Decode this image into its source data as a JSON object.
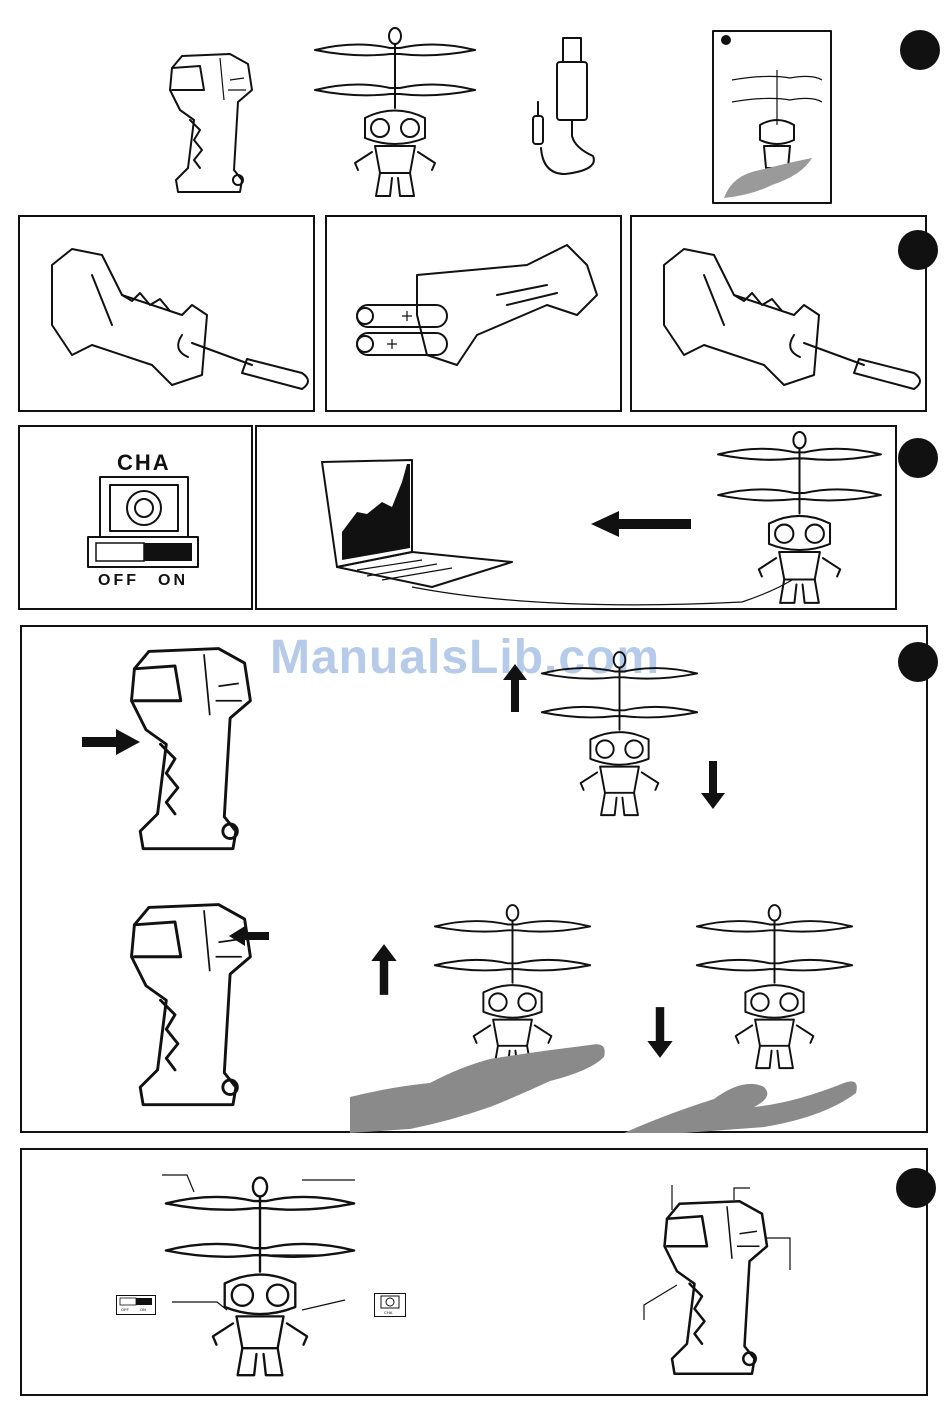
{
  "watermark": {
    "text": "ManualsLib.com"
  },
  "switch_diagram": {
    "channel_label": "CHA",
    "off_label": "OFF",
    "on_label": "ON"
  },
  "part_callouts": {
    "small_off_label": "OFF",
    "small_on_label": "ON",
    "small_channel_label": "CHA"
  },
  "colors": {
    "ink": "#111111",
    "watermark": "#a9c2e6",
    "hand": "#8a8a8a"
  },
  "icons": [
    "remote-controller-icon",
    "flying-robot-icon",
    "usb-charging-cable-icon",
    "package-box-icon",
    "screwdriver-icon",
    "battery-icon",
    "laptop-icon",
    "arrow-icon",
    "hand-icon",
    "step-marker-icon"
  ]
}
